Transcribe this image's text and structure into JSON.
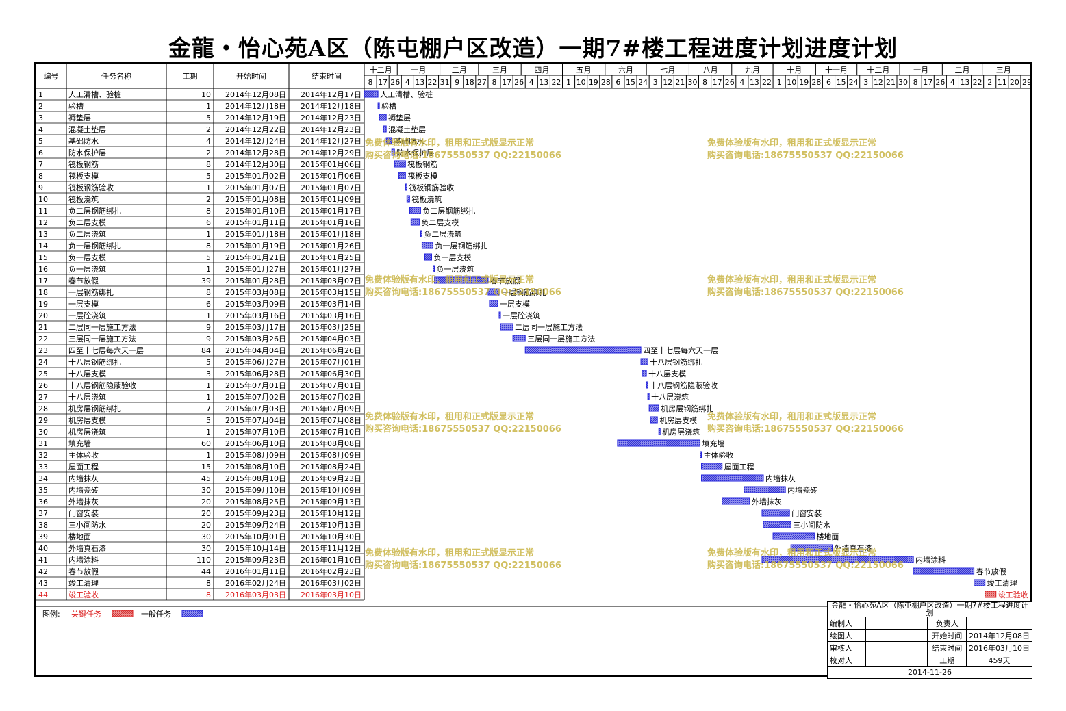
{
  "title": "金龍・怡心苑A区（陈屯棚户区改造）一期7#楼工程进度计划进度计划",
  "columns": [
    "编号",
    "任务名称",
    "工期",
    "开始时间",
    "结束时间"
  ],
  "timescale": {
    "months": [
      "十二月",
      "一月",
      "二月",
      "三月",
      "四月",
      "五月",
      "六月",
      "七月",
      "八月",
      "九月",
      "十月",
      "十一月",
      "十二月",
      "一月",
      "二月",
      "三月"
    ],
    "days": [
      "8",
      "17",
      "26",
      "4",
      "13",
      "22",
      "31",
      "9",
      "18",
      "27",
      "8",
      "17",
      "26",
      "4",
      "13",
      "22",
      "1",
      "10",
      "19",
      "28",
      "6",
      "15",
      "24",
      "3",
      "12",
      "21",
      "30",
      "8",
      "17",
      "26",
      "4",
      "13",
      "22",
      "1",
      "10",
      "19",
      "28",
      "6",
      "15",
      "24",
      "3",
      "12",
      "21",
      "30",
      "8",
      "17",
      "26",
      "4",
      "13",
      "22",
      "2",
      "11",
      "20",
      "29"
    ]
  },
  "tasks": [
    {
      "id": "1",
      "name": "人工清槽、验桩",
      "dur": "10",
      "start": "2014年12月08日",
      "end": "2014年12月17日",
      "critical": false
    },
    {
      "id": "2",
      "name": "验槽",
      "dur": "1",
      "start": "2014年12月18日",
      "end": "2014年12月18日",
      "critical": false
    },
    {
      "id": "3",
      "name": "褥垫层",
      "dur": "5",
      "start": "2014年12月19日",
      "end": "2014年12月23日",
      "critical": false
    },
    {
      "id": "4",
      "name": "混凝土垫层",
      "dur": "2",
      "start": "2014年12月22日",
      "end": "2014年12月23日",
      "critical": false
    },
    {
      "id": "5",
      "name": "基础防水",
      "dur": "4",
      "start": "2014年12月24日",
      "end": "2014年12月27日",
      "critical": false
    },
    {
      "id": "6",
      "name": "防水保护层",
      "dur": "2",
      "start": "2014年12月28日",
      "end": "2014年12月29日",
      "critical": false
    },
    {
      "id": "7",
      "name": "筏板钢筋",
      "dur": "8",
      "start": "2014年12月30日",
      "end": "2015年01月06日",
      "critical": false
    },
    {
      "id": "8",
      "name": "筏板支模",
      "dur": "5",
      "start": "2015年01月02日",
      "end": "2015年01月06日",
      "critical": false
    },
    {
      "id": "9",
      "name": "筏板钢筋验收",
      "dur": "1",
      "start": "2015年01月07日",
      "end": "2015年01月07日",
      "critical": false
    },
    {
      "id": "10",
      "name": "筏板浇筑",
      "dur": "2",
      "start": "2015年01月08日",
      "end": "2015年01月09日",
      "critical": false
    },
    {
      "id": "11",
      "name": "负二层钢筋绑扎",
      "dur": "8",
      "start": "2015年01月10日",
      "end": "2015年01月17日",
      "critical": false
    },
    {
      "id": "12",
      "name": "负二层支模",
      "dur": "6",
      "start": "2015年01月11日",
      "end": "2015年01月16日",
      "critical": false
    },
    {
      "id": "13",
      "name": "负二层浇筑",
      "dur": "1",
      "start": "2015年01月18日",
      "end": "2015年01月18日",
      "critical": false
    },
    {
      "id": "14",
      "name": "负一层钢筋绑扎",
      "dur": "8",
      "start": "2015年01月19日",
      "end": "2015年01月26日",
      "critical": false
    },
    {
      "id": "15",
      "name": "负一层支模",
      "dur": "5",
      "start": "2015年01月21日",
      "end": "2015年01月25日",
      "critical": false
    },
    {
      "id": "16",
      "name": "负一层浇筑",
      "dur": "1",
      "start": "2015年01月27日",
      "end": "2015年01月27日",
      "critical": false
    },
    {
      "id": "17",
      "name": "春节放假",
      "dur": "39",
      "start": "2015年01月28日",
      "end": "2015年03月07日",
      "critical": false
    },
    {
      "id": "18",
      "name": "一层钢筋绑扎",
      "dur": "8",
      "start": "2015年03月08日",
      "end": "2015年03月15日",
      "critical": false
    },
    {
      "id": "19",
      "name": "一层支模",
      "dur": "6",
      "start": "2015年03月09日",
      "end": "2015年03月14日",
      "critical": false
    },
    {
      "id": "20",
      "name": "一层砼浇筑",
      "dur": "1",
      "start": "2015年03月16日",
      "end": "2015年03月16日",
      "critical": false
    },
    {
      "id": "21",
      "name": "二层同一层施工方法",
      "dur": "9",
      "start": "2015年03月17日",
      "end": "2015年03月25日",
      "critical": false
    },
    {
      "id": "22",
      "name": "三层同一层施工方法",
      "dur": "9",
      "start": "2015年03月26日",
      "end": "2015年04月03日",
      "critical": false
    },
    {
      "id": "23",
      "name": "四至十七层每六天一层",
      "dur": "84",
      "start": "2015年04月04日",
      "end": "2015年06月26日",
      "critical": false
    },
    {
      "id": "24",
      "name": "十八层钢筋绑扎",
      "dur": "5",
      "start": "2015年06月27日",
      "end": "2015年07月01日",
      "critical": false
    },
    {
      "id": "25",
      "name": "十八层支模",
      "dur": "3",
      "start": "2015年06月28日",
      "end": "2015年06月30日",
      "critical": false
    },
    {
      "id": "26",
      "name": "十八层钢筋隐蔽验收",
      "dur": "1",
      "start": "2015年07月01日",
      "end": "2015年07月01日",
      "critical": false
    },
    {
      "id": "27",
      "name": "十八层浇筑",
      "dur": "1",
      "start": "2015年07月02日",
      "end": "2015年07月02日",
      "critical": false
    },
    {
      "id": "28",
      "name": "机房层钢筋绑扎",
      "dur": "7",
      "start": "2015年07月03日",
      "end": "2015年07月09日",
      "critical": false
    },
    {
      "id": "29",
      "name": "机房层支模",
      "dur": "5",
      "start": "2015年07月04日",
      "end": "2015年07月08日",
      "critical": false
    },
    {
      "id": "30",
      "name": "机房层浇筑",
      "dur": "1",
      "start": "2015年07月10日",
      "end": "2015年07月10日",
      "critical": false
    },
    {
      "id": "31",
      "name": "填充墙",
      "dur": "60",
      "start": "2015年06月10日",
      "end": "2015年08月08日",
      "critical": false
    },
    {
      "id": "32",
      "name": "主体验收",
      "dur": "1",
      "start": "2015年08月09日",
      "end": "2015年08月09日",
      "critical": false
    },
    {
      "id": "33",
      "name": "屋面工程",
      "dur": "15",
      "start": "2015年08月10日",
      "end": "2015年08月24日",
      "critical": false
    },
    {
      "id": "34",
      "name": "内墙抹灰",
      "dur": "45",
      "start": "2015年08月10日",
      "end": "2015年09月23日",
      "critical": false
    },
    {
      "id": "35",
      "name": "内墙瓷砖",
      "dur": "30",
      "start": "2015年09月10日",
      "end": "2015年10月09日",
      "critical": false
    },
    {
      "id": "36",
      "name": "外墙抹灰",
      "dur": "20",
      "start": "2015年08月25日",
      "end": "2015年09月13日",
      "critical": false
    },
    {
      "id": "37",
      "name": "门窗安装",
      "dur": "20",
      "start": "2015年09月23日",
      "end": "2015年10月12日",
      "critical": false
    },
    {
      "id": "38",
      "name": "三小间防水",
      "dur": "20",
      "start": "2015年09月24日",
      "end": "2015年10月13日",
      "critical": false
    },
    {
      "id": "39",
      "name": "楼地面",
      "dur": "30",
      "start": "2015年10月01日",
      "end": "2015年10月30日",
      "critical": false
    },
    {
      "id": "40",
      "name": "外墙真石漆",
      "dur": "30",
      "start": "2015年10月14日",
      "end": "2015年11月12日",
      "critical": false
    },
    {
      "id": "41",
      "name": "内墙涂料",
      "dur": "110",
      "start": "2015年09月23日",
      "end": "2016年01月10日",
      "critical": false
    },
    {
      "id": "42",
      "name": "春节放假",
      "dur": "44",
      "start": "2016年01月11日",
      "end": "2016年02月23日",
      "critical": false
    },
    {
      "id": "43",
      "name": "竣工清理",
      "dur": "8",
      "start": "2016年02月24日",
      "end": "2016年03月02日",
      "critical": false
    },
    {
      "id": "44",
      "name": "竣工验收",
      "dur": "8",
      "start": "2016年03月03日",
      "end": "2016年03月10日",
      "critical": true
    }
  ],
  "chart_data": {
    "type": "gantt",
    "x_axis_start": "2014-12-08",
    "x_axis_end": "2016-03-31",
    "tasks": [
      {
        "name": "人工清槽、验桩",
        "start": "2014-12-08",
        "end": "2014-12-17"
      },
      {
        "name": "验槽",
        "start": "2014-12-18",
        "end": "2014-12-18"
      },
      {
        "name": "褥垫层",
        "start": "2014-12-19",
        "end": "2014-12-23"
      },
      {
        "name": "混凝土垫层",
        "start": "2014-12-22",
        "end": "2014-12-23"
      },
      {
        "name": "基础防水",
        "start": "2014-12-24",
        "end": "2014-12-27"
      },
      {
        "name": "防水保护层",
        "start": "2014-12-28",
        "end": "2014-12-29"
      },
      {
        "name": "筏板钢筋",
        "start": "2014-12-30",
        "end": "2015-01-06"
      },
      {
        "name": "筏板支模",
        "start": "2015-01-02",
        "end": "2015-01-06"
      },
      {
        "name": "筏板钢筋验收",
        "start": "2015-01-07",
        "end": "2015-01-07"
      },
      {
        "name": "筏板浇筑",
        "start": "2015-01-08",
        "end": "2015-01-09"
      },
      {
        "name": "负二层钢筋绑扎",
        "start": "2015-01-10",
        "end": "2015-01-17"
      },
      {
        "name": "负二层支模",
        "start": "2015-01-11",
        "end": "2015-01-16"
      },
      {
        "name": "负二层浇筑",
        "start": "2015-01-18",
        "end": "2015-01-18"
      },
      {
        "name": "负一层钢筋绑扎",
        "start": "2015-01-19",
        "end": "2015-01-26"
      },
      {
        "name": "负一层支模",
        "start": "2015-01-21",
        "end": "2015-01-25"
      },
      {
        "name": "负一层浇筑",
        "start": "2015-01-27",
        "end": "2015-01-27"
      },
      {
        "name": "春节放假",
        "start": "2015-01-28",
        "end": "2015-03-07"
      },
      {
        "name": "一层钢筋绑扎",
        "start": "2015-03-08",
        "end": "2015-03-15"
      },
      {
        "name": "一层支模",
        "start": "2015-03-09",
        "end": "2015-03-14"
      },
      {
        "name": "一层砼浇筑",
        "start": "2015-03-16",
        "end": "2015-03-16"
      },
      {
        "name": "二层同一层施工方法",
        "start": "2015-03-17",
        "end": "2015-03-25"
      },
      {
        "name": "三层同一层施工方法",
        "start": "2015-03-26",
        "end": "2015-04-03"
      },
      {
        "name": "四至十七层每六天一层",
        "start": "2015-04-04",
        "end": "2015-06-26"
      },
      {
        "name": "十八层钢筋绑扎",
        "start": "2015-06-27",
        "end": "2015-07-01"
      },
      {
        "name": "十八层支模",
        "start": "2015-06-28",
        "end": "2015-06-30"
      },
      {
        "name": "十八层钢筋隐蔽验收",
        "start": "2015-07-01",
        "end": "2015-07-01"
      },
      {
        "name": "十八层浇筑",
        "start": "2015-07-02",
        "end": "2015-07-02"
      },
      {
        "name": "机房层钢筋绑扎",
        "start": "2015-07-03",
        "end": "2015-07-09"
      },
      {
        "name": "机房层支模",
        "start": "2015-07-04",
        "end": "2015-07-08"
      },
      {
        "name": "机房层浇筑",
        "start": "2015-07-10",
        "end": "2015-07-10"
      },
      {
        "name": "填充墙",
        "start": "2015-06-10",
        "end": "2015-08-08"
      },
      {
        "name": "主体验收",
        "start": "2015-08-09",
        "end": "2015-08-09"
      },
      {
        "name": "屋面工程",
        "start": "2015-08-10",
        "end": "2015-08-24"
      },
      {
        "name": "内墙抹灰",
        "start": "2015-08-10",
        "end": "2015-09-23"
      },
      {
        "name": "内墙瓷砖",
        "start": "2015-09-10",
        "end": "2015-10-09"
      },
      {
        "name": "外墙抹灰",
        "start": "2015-08-25",
        "end": "2015-09-13"
      },
      {
        "name": "门窗安装",
        "start": "2015-09-23",
        "end": "2015-10-12"
      },
      {
        "name": "三小间防水",
        "start": "2015-09-24",
        "end": "2015-10-13"
      },
      {
        "name": "楼地面",
        "start": "2015-10-01",
        "end": "2015-10-30"
      },
      {
        "name": "外墙真石漆",
        "start": "2015-10-14",
        "end": "2015-11-12"
      },
      {
        "name": "内墙涂料",
        "start": "2015-09-23",
        "end": "2016-01-10"
      },
      {
        "name": "春节放假",
        "start": "2016-01-11",
        "end": "2016-02-23"
      },
      {
        "name": "竣工清理",
        "start": "2016-02-24",
        "end": "2016-03-02"
      },
      {
        "name": "竣工验收",
        "start": "2016-03-03",
        "end": "2016-03-10"
      }
    ]
  },
  "legend": {
    "label": "图例:",
    "critical": "关键任务",
    "normal": "一般任务"
  },
  "titleblock": {
    "title": "金龍・怡心苑A区（陈屯棚户区改造）一期7#楼工程进度计划",
    "compiler_label": "编制人",
    "leader_label": "负责人",
    "drafter_label": "绘图人",
    "start_label": "开始时间",
    "start_value": "2014年12月08日",
    "reviewer_label": "审核人",
    "end_label": "结束时间",
    "end_value": "2016年03月10日",
    "checker_label": "校对人",
    "dur_label": "工期",
    "dur_value": "459天",
    "date": "2014-11-26"
  },
  "watermark": {
    "line1": "免费体验版有水印，租用和正式版显示正常",
    "line2": "购买咨询电话:18675550537 QQ:22150066"
  },
  "colors": {
    "normal": "#2222dd",
    "normal_fill": "#7777ee",
    "critical": "#dd2222",
    "critical_fill": "#ee7777",
    "watermark": "#c9b545"
  }
}
